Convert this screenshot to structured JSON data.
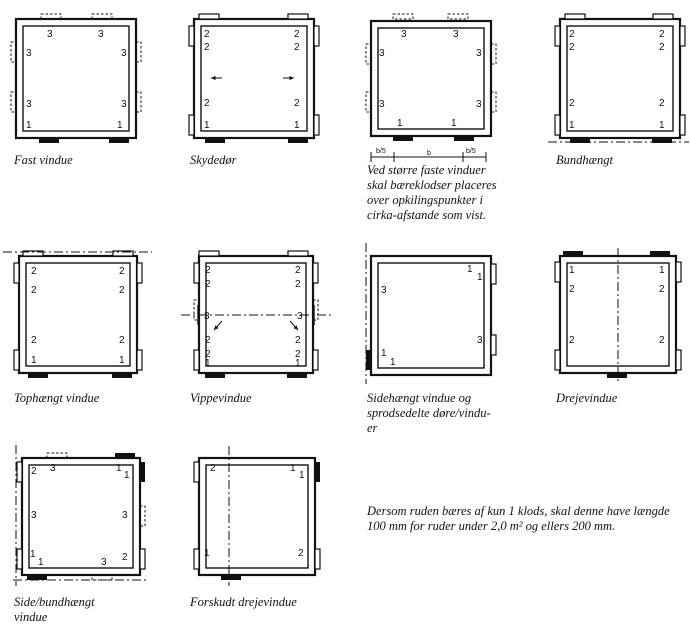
{
  "captions": {
    "fast": "Fast vindue",
    "skydedor": "Skydedør",
    "storre": "Ved større faste vinduer\nskal bæreklodser placeres\nover opkilingspunkter i\ncirka-afstande som vist.",
    "bund": "Bundhængt",
    "top": "Tophængt vindue",
    "vippe": "Vippevindue",
    "side": "Sidehængt vindue og\nsprodsedelte døre/vindu-\ner",
    "dreje": "Drejevindue",
    "sidebund": "Side/bundhængt\nvindue",
    "forskudt": "Forskudt drejevindue",
    "note": "Dersom ruden bæres af kun 1 klods, skal denne have længde\n100 mm for ruder under 2,0 m² og ellers 200 mm."
  },
  "dims": {
    "part": "b/5",
    "whole": "b"
  },
  "numbers": {
    "one": "1",
    "two": "2",
    "three": "3"
  }
}
